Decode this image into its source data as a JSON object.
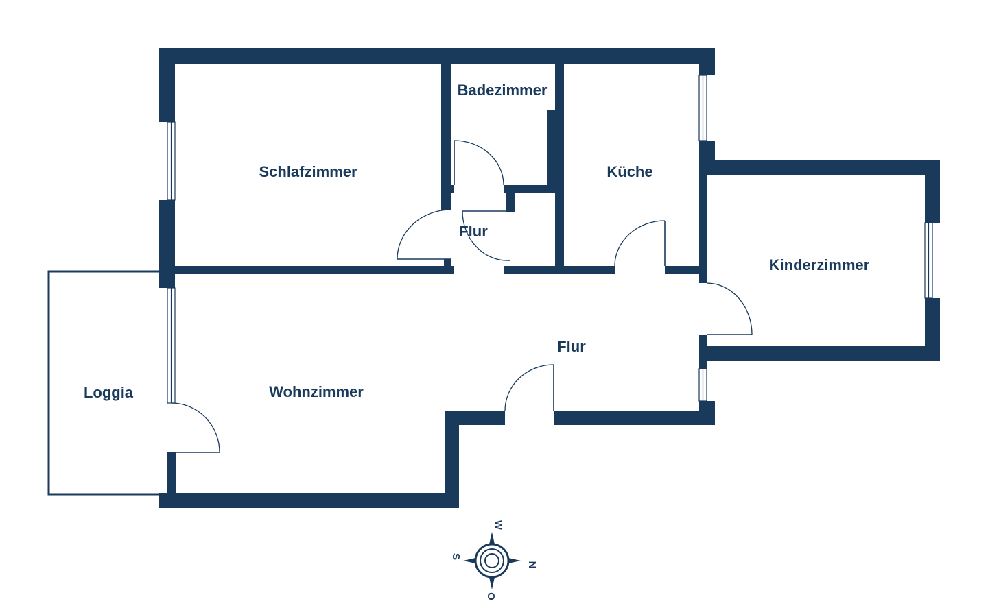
{
  "rooms": {
    "schlafzimmer": "Schlafzimmer",
    "badezimmer": "Badezimmer",
    "kueche": "Küche",
    "flur_top": "Flur",
    "kinderzimmer": "Kinderzimmer",
    "flur_main": "Flur",
    "loggia": "Loggia",
    "wohnzimmer": "Wohnzimmer"
  },
  "compass": {
    "north": "N",
    "south": "S",
    "west": "W",
    "east": "O"
  },
  "colors": {
    "wall": "#1a3a5c",
    "background": "#ffffff"
  }
}
